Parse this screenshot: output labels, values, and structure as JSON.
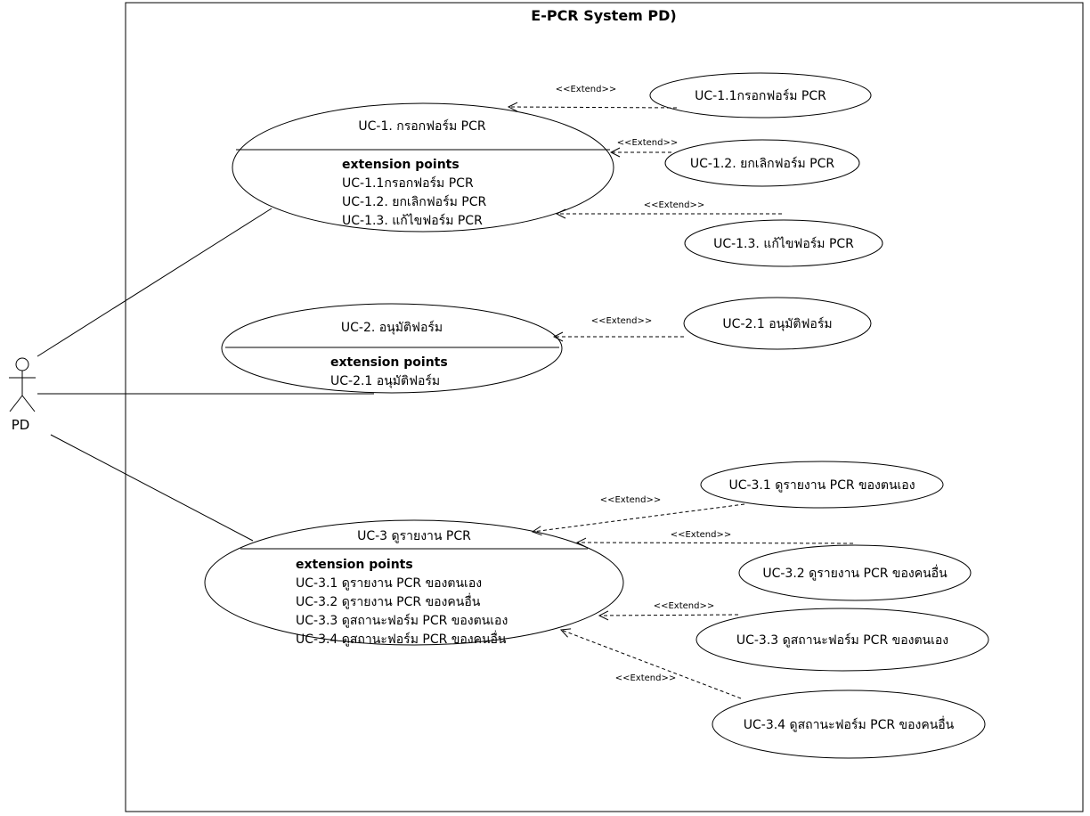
{
  "system": {
    "title": "E-PCR System PD)"
  },
  "actor": {
    "name": "PD"
  },
  "extend_label": "<<Extend>>",
  "use_cases": {
    "uc1": {
      "title": "UC-1. กรอกฟอร์ม PCR",
      "extension_points_label": "extension points",
      "extension_points": [
        "UC-1.1กรอกฟอร์ม PCR",
        "UC-1.2. ยกเลิกฟอร์ม PCR",
        "UC-1.3. แก้ไขฟอร์ม PCR"
      ]
    },
    "uc2": {
      "title": "UC-2. อนุมัติฟอร์ม",
      "extension_points_label": "extension points",
      "extension_points": [
        "UC-2.1 อนุมัติฟอร์ม"
      ]
    },
    "uc3": {
      "title": "UC-3 ดูรายงาน PCR",
      "extension_points_label": "extension points",
      "extension_points": [
        "UC-3.1 ดูรายงาน PCR ของตนเอง",
        "UC-3.2 ดูรายงาน PCR ของคนอื่น",
        "UC-3.3 ดูสถานะฟอร์ม PCR ของตนเอง",
        "UC-3.4 ดูสถานะฟอร์ม PCR ของคนอื่น"
      ]
    }
  },
  "extensions": {
    "uc1_1": "UC-1.1กรอกฟอร์ม PCR",
    "uc1_2": "UC-1.2. ยกเลิกฟอร์ม PCR",
    "uc1_3": "UC-1.3. แก้ไขฟอร์ม PCR",
    "uc2_1": "UC-2.1 อนุมัติฟอร์ม",
    "uc3_1": "UC-3.1 ดูรายงาน PCR ของตนเอง",
    "uc3_2": "UC-3.2 ดูรายงาน PCR ของคนอื่น",
    "uc3_3": "UC-3.3 ดูสถานะฟอร์ม PCR ของตนเอง",
    "uc3_4": "UC-3.4 ดูสถานะฟอร์ม PCR ของคนอื่น"
  }
}
